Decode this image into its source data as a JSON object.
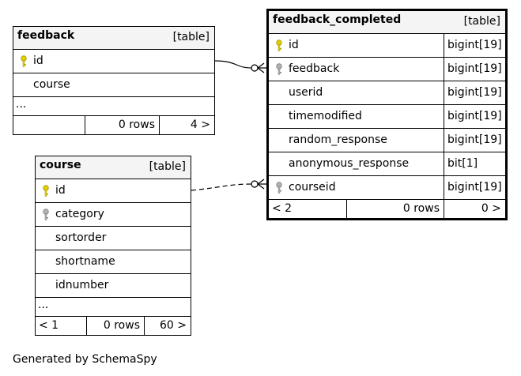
{
  "tables": {
    "feedback": {
      "name": "feedback",
      "kind": "[table]",
      "columns": [
        {
          "name": "id",
          "key": "primary"
        },
        {
          "name": "course",
          "key": "none"
        }
      ],
      "ellipsis": "...",
      "footer": {
        "parents": "",
        "rows": "0 rows",
        "children": "4 >"
      }
    },
    "course": {
      "name": "course",
      "kind": "[table]",
      "columns": [
        {
          "name": "id",
          "key": "primary"
        },
        {
          "name": "category",
          "key": "foreign"
        },
        {
          "name": "sortorder",
          "key": "none"
        },
        {
          "name": "shortname",
          "key": "none"
        },
        {
          "name": "idnumber",
          "key": "none"
        }
      ],
      "ellipsis": "...",
      "footer": {
        "parents": "< 1",
        "rows": "0 rows",
        "children": "60 >"
      }
    },
    "feedback_completed": {
      "name": "feedback_completed",
      "kind": "[table]",
      "columns": [
        {
          "name": "id",
          "type": "bigint[19]",
          "key": "primary"
        },
        {
          "name": "feedback",
          "type": "bigint[19]",
          "key": "foreign"
        },
        {
          "name": "userid",
          "type": "bigint[19]",
          "key": "none"
        },
        {
          "name": "timemodified",
          "type": "bigint[19]",
          "key": "none"
        },
        {
          "name": "random_response",
          "type": "bigint[19]",
          "key": "none"
        },
        {
          "name": "anonymous_response",
          "type": "bit[1]",
          "key": "none"
        },
        {
          "name": "courseid",
          "type": "bigint[19]",
          "key": "foreign"
        }
      ],
      "footer": {
        "parents": "< 2",
        "rows": "0 rows",
        "children": "0 >"
      }
    }
  },
  "colors": {
    "primary_key": "#e0d000",
    "foreign_key": "#b0b0b0",
    "header_bg": "#f4f4f4"
  },
  "generated_by": "Generated by SchemaSpy"
}
